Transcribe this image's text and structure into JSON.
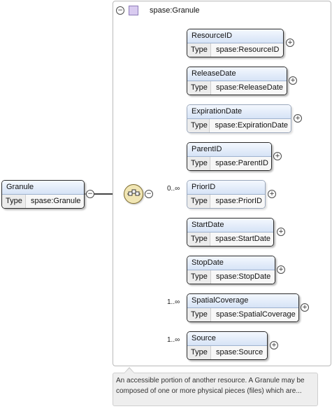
{
  "root": {
    "name": "Granule",
    "type_label": "Type",
    "type_value": "spase:Granule"
  },
  "container": {
    "title": "spase:Granule"
  },
  "children": [
    {
      "name": "ResourceID",
      "type_label": "Type",
      "type_value": "spase:ResourceID",
      "occurs": "",
      "optional": false
    },
    {
      "name": "ReleaseDate",
      "type_label": "Type",
      "type_value": "spase:ReleaseDate",
      "occurs": "",
      "optional": false
    },
    {
      "name": "ExpirationDate",
      "type_label": "Type",
      "type_value": "spase:ExpirationDate",
      "occurs": "",
      "optional": true
    },
    {
      "name": "ParentID",
      "type_label": "Type",
      "type_value": "spase:ParentID",
      "occurs": "",
      "optional": false
    },
    {
      "name": "PriorID",
      "type_label": "Type",
      "type_value": "spase:PriorID",
      "occurs": "0..∞",
      "optional": true
    },
    {
      "name": "StartDate",
      "type_label": "Type",
      "type_value": "spase:StartDate",
      "occurs": "",
      "optional": false
    },
    {
      "name": "StopDate",
      "type_label": "Type",
      "type_value": "spase:StopDate",
      "occurs": "",
      "optional": false
    },
    {
      "name": "SpatialCoverage",
      "type_label": "Type",
      "type_value": "spase:SpatialCoverage",
      "occurs": "1..∞",
      "optional": false
    },
    {
      "name": "Source",
      "type_label": "Type",
      "type_value": "spase:Source",
      "occurs": "1..∞",
      "optional": false
    }
  ],
  "documentation": "An accessible portion of another resource. A Granule may be composed of one or more physical pieces (files) which are...",
  "icons": {
    "collapse": "minus-circle-icon",
    "expand": "plus-circle-icon",
    "sequence": "sequence-compositor-icon",
    "complex_type": "complex-type-icon"
  }
}
